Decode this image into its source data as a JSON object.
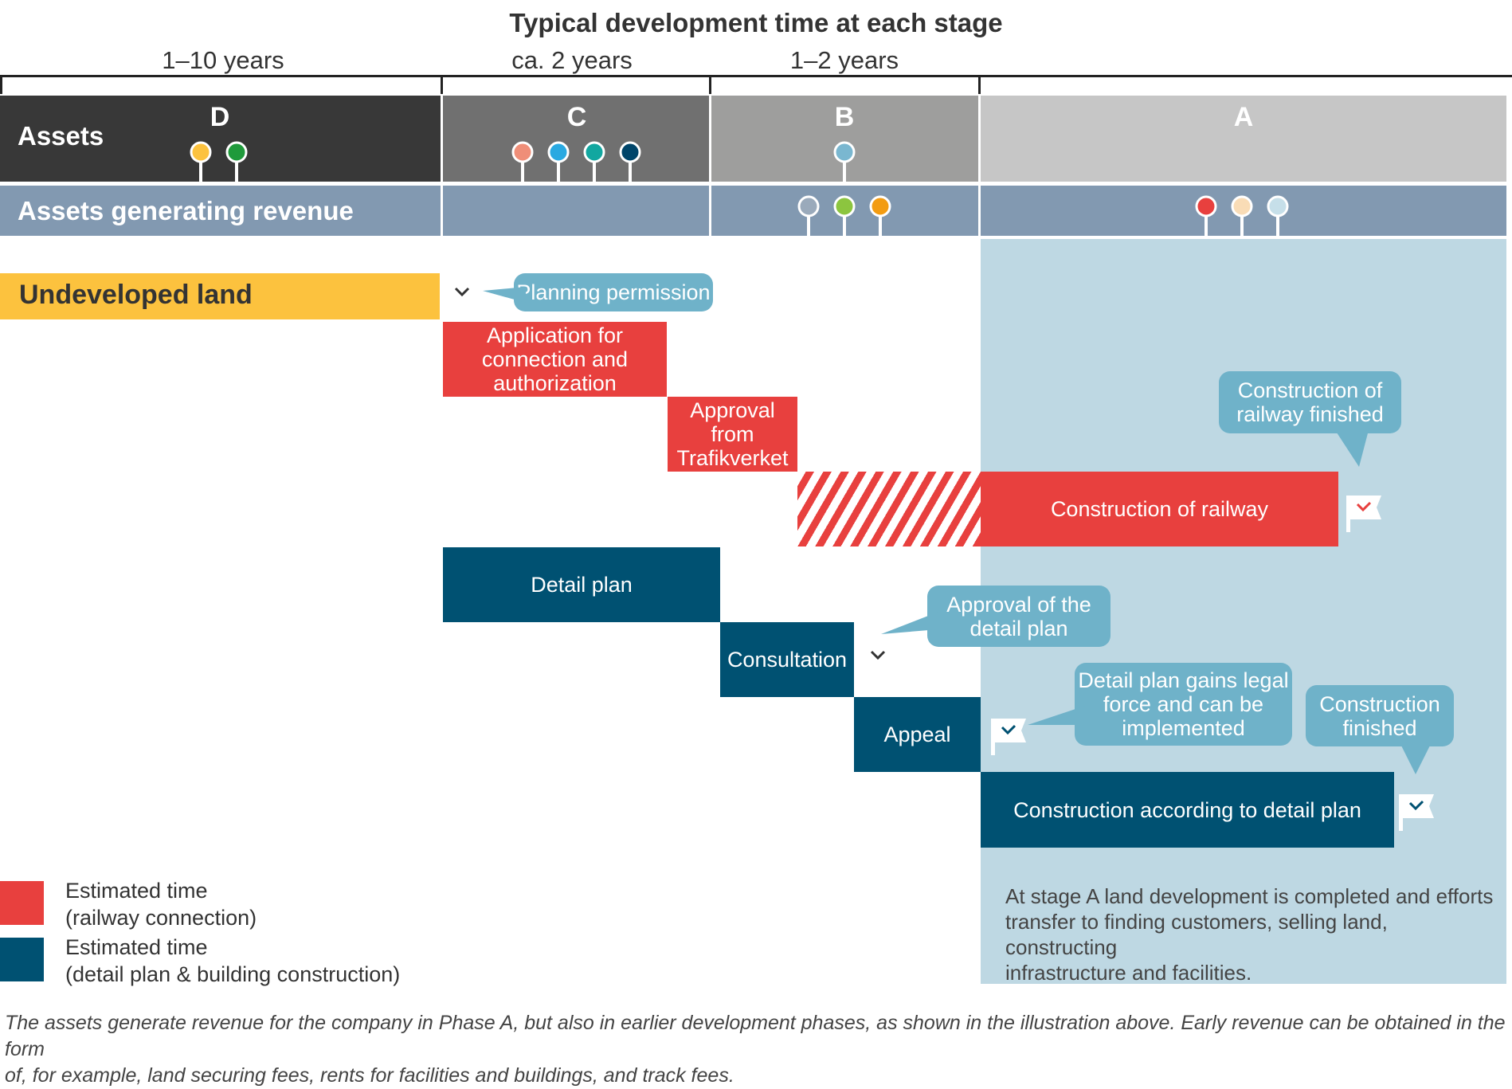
{
  "title": "Typical development time at each stage",
  "durations": [
    "1–10 years",
    "ca. 2 years",
    "1–2 years"
  ],
  "stages": [
    "D",
    "C",
    "B",
    "A"
  ],
  "rows": {
    "assets": "Assets",
    "revenue": "Assets generating revenue",
    "undeveloped": "Undeveloped land"
  },
  "steps": {
    "planning_permission": "Planning permission",
    "application": [
      "Application for",
      "connection and",
      "authorization"
    ],
    "approval_trafikverket": [
      "Approval from",
      "Trafikverket"
    ],
    "construction_railway": "Construction of railway",
    "railway_finished": [
      "Construction of",
      "railway finished"
    ],
    "detail_plan": "Detail plan",
    "consultation": "Consultation",
    "approval_detail_plan": [
      "Approval of the",
      "detail plan"
    ],
    "appeal": "Appeal",
    "legal_force": [
      "Detail plan gains legal",
      "force and can be",
      "implemented"
    ],
    "construction_finished": [
      "Construction",
      "finished"
    ],
    "construction_detail_plan": "Construction according to detail plan"
  },
  "legend": {
    "red": [
      "Estimated time",
      "(railway connection)"
    ],
    "blue": [
      "Estimated time",
      "(detail plan & building construction)"
    ]
  },
  "stage_a_note": [
    "At stage A land development is completed and efforts",
    "transfer to finding customers, selling land, constructing",
    "infrastructure and facilities."
  ],
  "caption": [
    "The assets generate revenue for the company in Phase A, but also in earlier development phases, as shown in the illustration above. Early revenue can be obtained in the form",
    "of, for example, land securing fees, rents for facilities and buildings, and track fees."
  ],
  "colors": {
    "stage_d": "#383838",
    "stage_c": "#707070",
    "stage_b": "#9e9e9d",
    "stage_a": "#c6c6c6",
    "revenue_row": "#8299b1",
    "undeveloped": "#fcc23e",
    "red": "#e8403e",
    "navy": "#005172",
    "light_blue": "#bed8e3",
    "callout": "#6fb2c9"
  },
  "asset_pins": {
    "D": [
      "#fcc23e",
      "#1f9a3b"
    ],
    "C": [
      "#ef8e78",
      "#29a9e1",
      "#12a7a0",
      "#00456a"
    ],
    "B": [
      "#7ab7d0"
    ]
  },
  "revenue_pins": {
    "B": [
      "#9aaabb",
      "#8cc53f",
      "#f39c12"
    ],
    "A": [
      "#e8403e",
      "#f9dcb6",
      "#c6dfe9"
    ]
  }
}
